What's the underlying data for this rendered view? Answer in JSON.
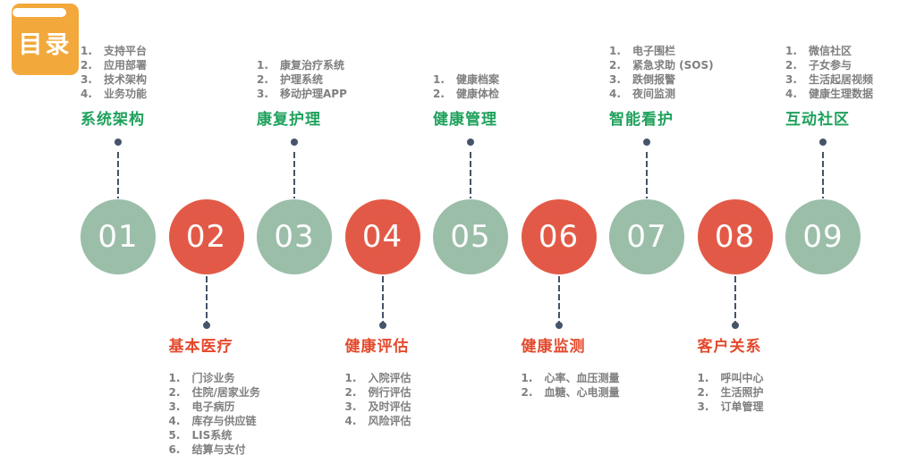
{
  "toc_icon": {
    "label": "目录"
  },
  "colors": {
    "icon_orange": "#F2A83B",
    "circle_green": "#9BBEA9",
    "circle_red": "#E25A47",
    "title_green": "#1FA15C",
    "title_red": "#E4492C",
    "list_gray": "#7F7F7F",
    "connector": "#44546A"
  },
  "sections": [
    {
      "number": "01",
      "title": "系统架构",
      "side": "top",
      "color": "green",
      "items": [
        "支持平台",
        "应用部署",
        "技术架构",
        "业务功能"
      ]
    },
    {
      "number": "02",
      "title": "基本医疗",
      "side": "bottom",
      "color": "red",
      "items": [
        "门诊业务",
        "住院/居家业务",
        "电子病历",
        "库存与供应链",
        "LIS系统",
        "结算与支付"
      ]
    },
    {
      "number": "03",
      "title": "康复护理",
      "side": "top",
      "color": "green",
      "items": [
        "康复治疗系统",
        "护理系统",
        "移动护理APP"
      ]
    },
    {
      "number": "04",
      "title": "健康评估",
      "side": "bottom",
      "color": "red",
      "items": [
        "入院评估",
        "例行评估",
        "及时评估",
        "风险评估"
      ]
    },
    {
      "number": "05",
      "title": "健康管理",
      "side": "top",
      "color": "green",
      "items": [
        "健康档案",
        "健康体检"
      ]
    },
    {
      "number": "06",
      "title": "健康监测",
      "side": "bottom",
      "color": "red",
      "items": [
        "心率、血压测量",
        "血糖、心电测量"
      ]
    },
    {
      "number": "07",
      "title": "智能看护",
      "side": "top",
      "color": "green",
      "items": [
        "电子围栏",
        "紧急求助 (SOS)",
        "跌倒报警",
        "夜间监测"
      ]
    },
    {
      "number": "08",
      "title": "客户关系",
      "side": "bottom",
      "color": "red",
      "items": [
        "呼叫中心",
        "生活照护",
        "订单管理"
      ]
    },
    {
      "number": "09",
      "title": "互动社区",
      "side": "top",
      "color": "green",
      "items": [
        "微信社区",
        "子女参与",
        "生活起居视频",
        "健康生理数据"
      ]
    }
  ]
}
